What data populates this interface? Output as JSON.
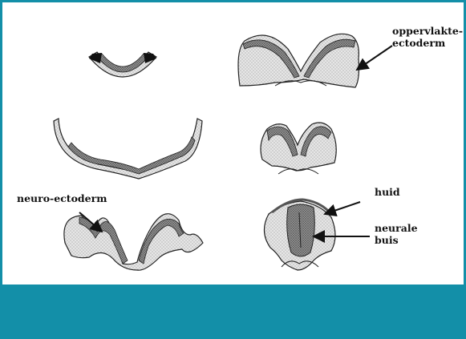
{
  "labels": {
    "surface_ectoderm_line1": "oppervlakte-",
    "surface_ectoderm_line2": "ectoderm",
    "neuroectoderm": "neuro-ectoderm",
    "skin": "huid",
    "neural_tube_line1": "neurale",
    "neural_tube_line2": "buis"
  },
  "colors": {
    "frame": "#138fa8",
    "tissue_fill": "#d9d9d9",
    "neural_fill": "#8c8c8c",
    "outline": "#222222"
  }
}
